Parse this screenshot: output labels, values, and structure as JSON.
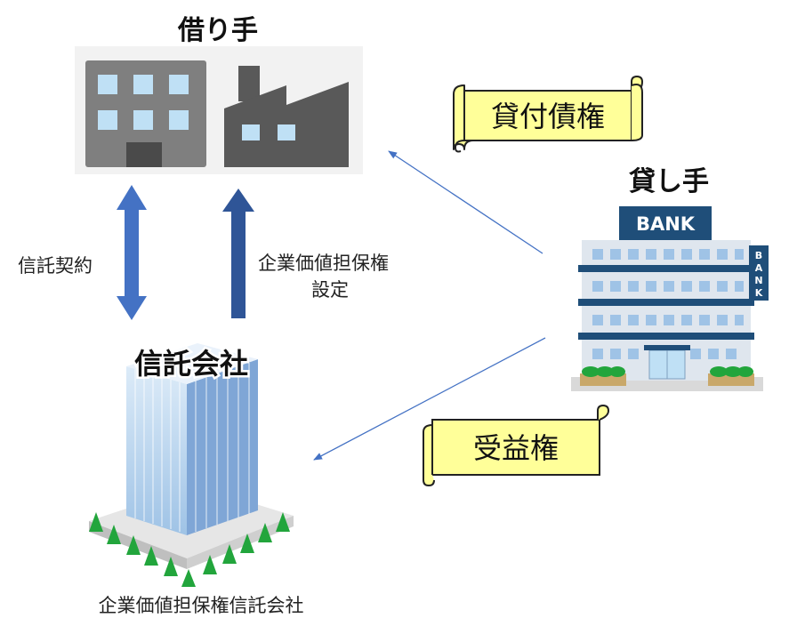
{
  "labels": {
    "borrower": "借り手",
    "lender": "貸し手",
    "trust_company": "信託会社",
    "trust_contract": "信託契約",
    "security_setup_line1": "企業価値担保権",
    "security_setup_line2": "設定",
    "trust_company_caption": "企業価値担保権信託会社",
    "loan_claim_scroll": "貸付債権",
    "beneficial_right_scroll": "受益権",
    "bank_sign": "BANK",
    "bank_vertical_sign": [
      "B",
      "A",
      "N",
      "K"
    ]
  },
  "colors": {
    "arrow_blue": "#4472c4",
    "arrow_dark_blue": "#2f5597",
    "scroll_fill": "#ffff99",
    "building_window": "#bfe0f5",
    "bank_sign": "#1f4e79",
    "tree_green": "#22a53c"
  }
}
